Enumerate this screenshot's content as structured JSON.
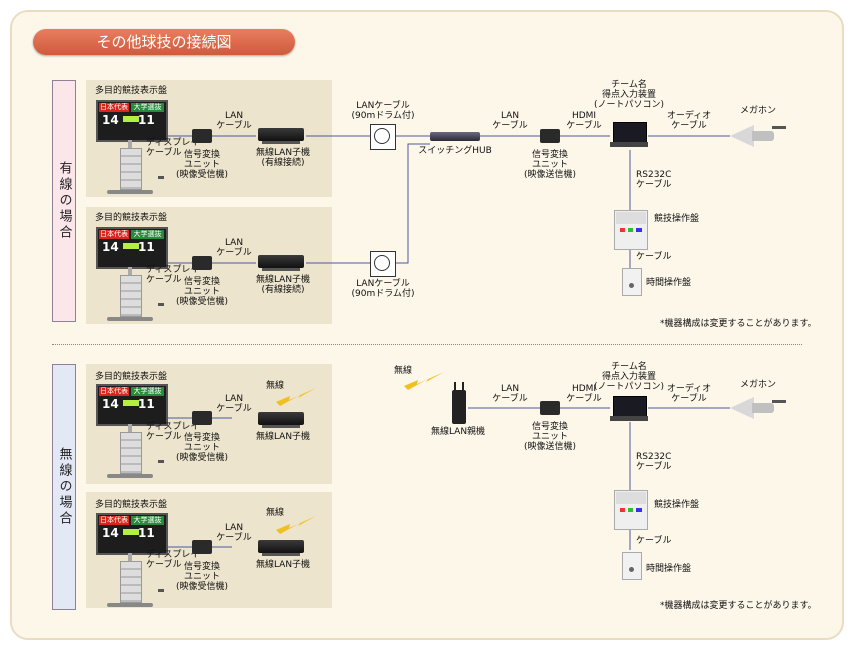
{
  "title": "その他球技の接続図",
  "sections": {
    "wired": {
      "label": "有線の場合"
    },
    "wireless": {
      "label": "無線の場合"
    }
  },
  "labels": {
    "board": "多目的競技表示盤",
    "display_cable": "ディスプレイ\nケーブル",
    "signal_rx": "信号変換\nユニット\n(映像受信機)",
    "signal_tx": "信号変換\nユニット\n(映像送信機)",
    "lan_cable": "LAN\nケーブル",
    "lan_cable_drum": "LANケーブル\n(90mドラム付)",
    "wireless_child_wired": "無線LAN子機\n(有線接続)",
    "wireless_child": "無線LAN子機",
    "switch_hub": "スイッチングHUB",
    "hdmi_cable": "HDMI\nケーブル",
    "pc": "チーム名\n得点入力装置\n(ノートパソコン)",
    "audio_cable": "オーディオ\nケーブル",
    "megaphone": "メガホン",
    "rs232c": "RS232C\nケーブル",
    "game_console": "競技操作盤",
    "cable": "ケーブル",
    "time_console": "時間操作盤",
    "wireless": "無線",
    "wireless_parent": "無線LAN親機",
    "note": "*機器構成は変更することがあります。"
  },
  "scoreboard": {
    "team_home": "日本代表",
    "team_away": "大学選抜",
    "score_home": "14",
    "score_away": "11"
  },
  "colors": {
    "title_pill": "#d9664a",
    "wired_label_border": "#fbe6ea",
    "wireless_label_border": "#e3e8f6",
    "panel": "#ece4cc",
    "wire": "#4a5aa0"
  }
}
